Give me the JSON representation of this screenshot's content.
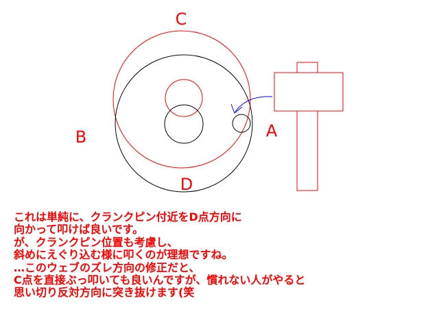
{
  "diagram": {
    "labels": {
      "a": "A",
      "b": "B",
      "c": "C",
      "d": "D"
    },
    "colors": {
      "red": "#ff0000",
      "black": "#000000",
      "blue": "#0000ff"
    }
  },
  "note": {
    "lines": [
      "これは単純に、クランクピン付近をD点方向に",
      "向かって叩けば良いです。",
      "が、クランクピン位置も考慮し、",
      "斜めにえぐり込む様に叩くのが理想ですね。",
      "…このウェブのズレ方向の修正だと、",
      "C点を直接ぶっ叩いても良いんですが、慣れない人がやると",
      "思い切り反対方向に突き抜けます(笑"
    ]
  }
}
